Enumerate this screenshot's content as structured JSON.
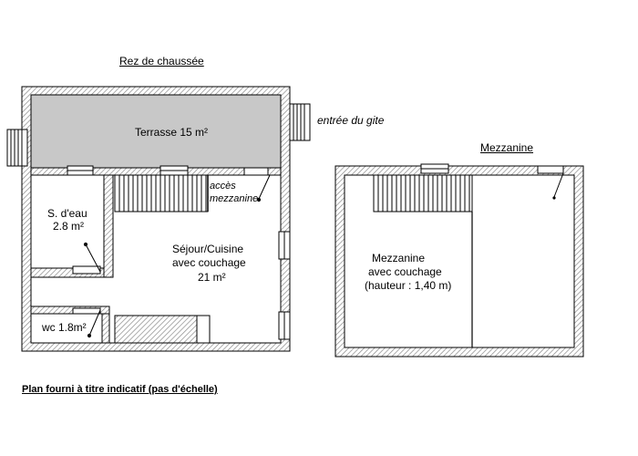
{
  "ground_floor": {
    "title": "Rez de chaussée",
    "terrace_label": "Terrasse 15 m²",
    "entrance_label": "entrée du gite",
    "stair_access_line1": "accès",
    "stair_access_line2": "mezzanine",
    "shower_room_line1": "S. d'eau",
    "shower_room_line2": "2.8 m²",
    "living_line1": "Séjour/Cuisine",
    "living_line2": "avec couchage",
    "living_line3": "21 m²",
    "wc_label": "wc 1.8m²"
  },
  "mezzanine": {
    "title": "Mezzanine",
    "room_line1": "Mezzanine",
    "room_line2": "avec couchage",
    "room_line3": "(hauteur : 1,40 m)"
  },
  "footer": {
    "note": "Plan fourni à titre indicatif (pas d'échelle)"
  },
  "colors": {
    "wall_hatch": "#9a9a9a",
    "terrace_fill": "#c8c8c8",
    "line": "#000000"
  }
}
